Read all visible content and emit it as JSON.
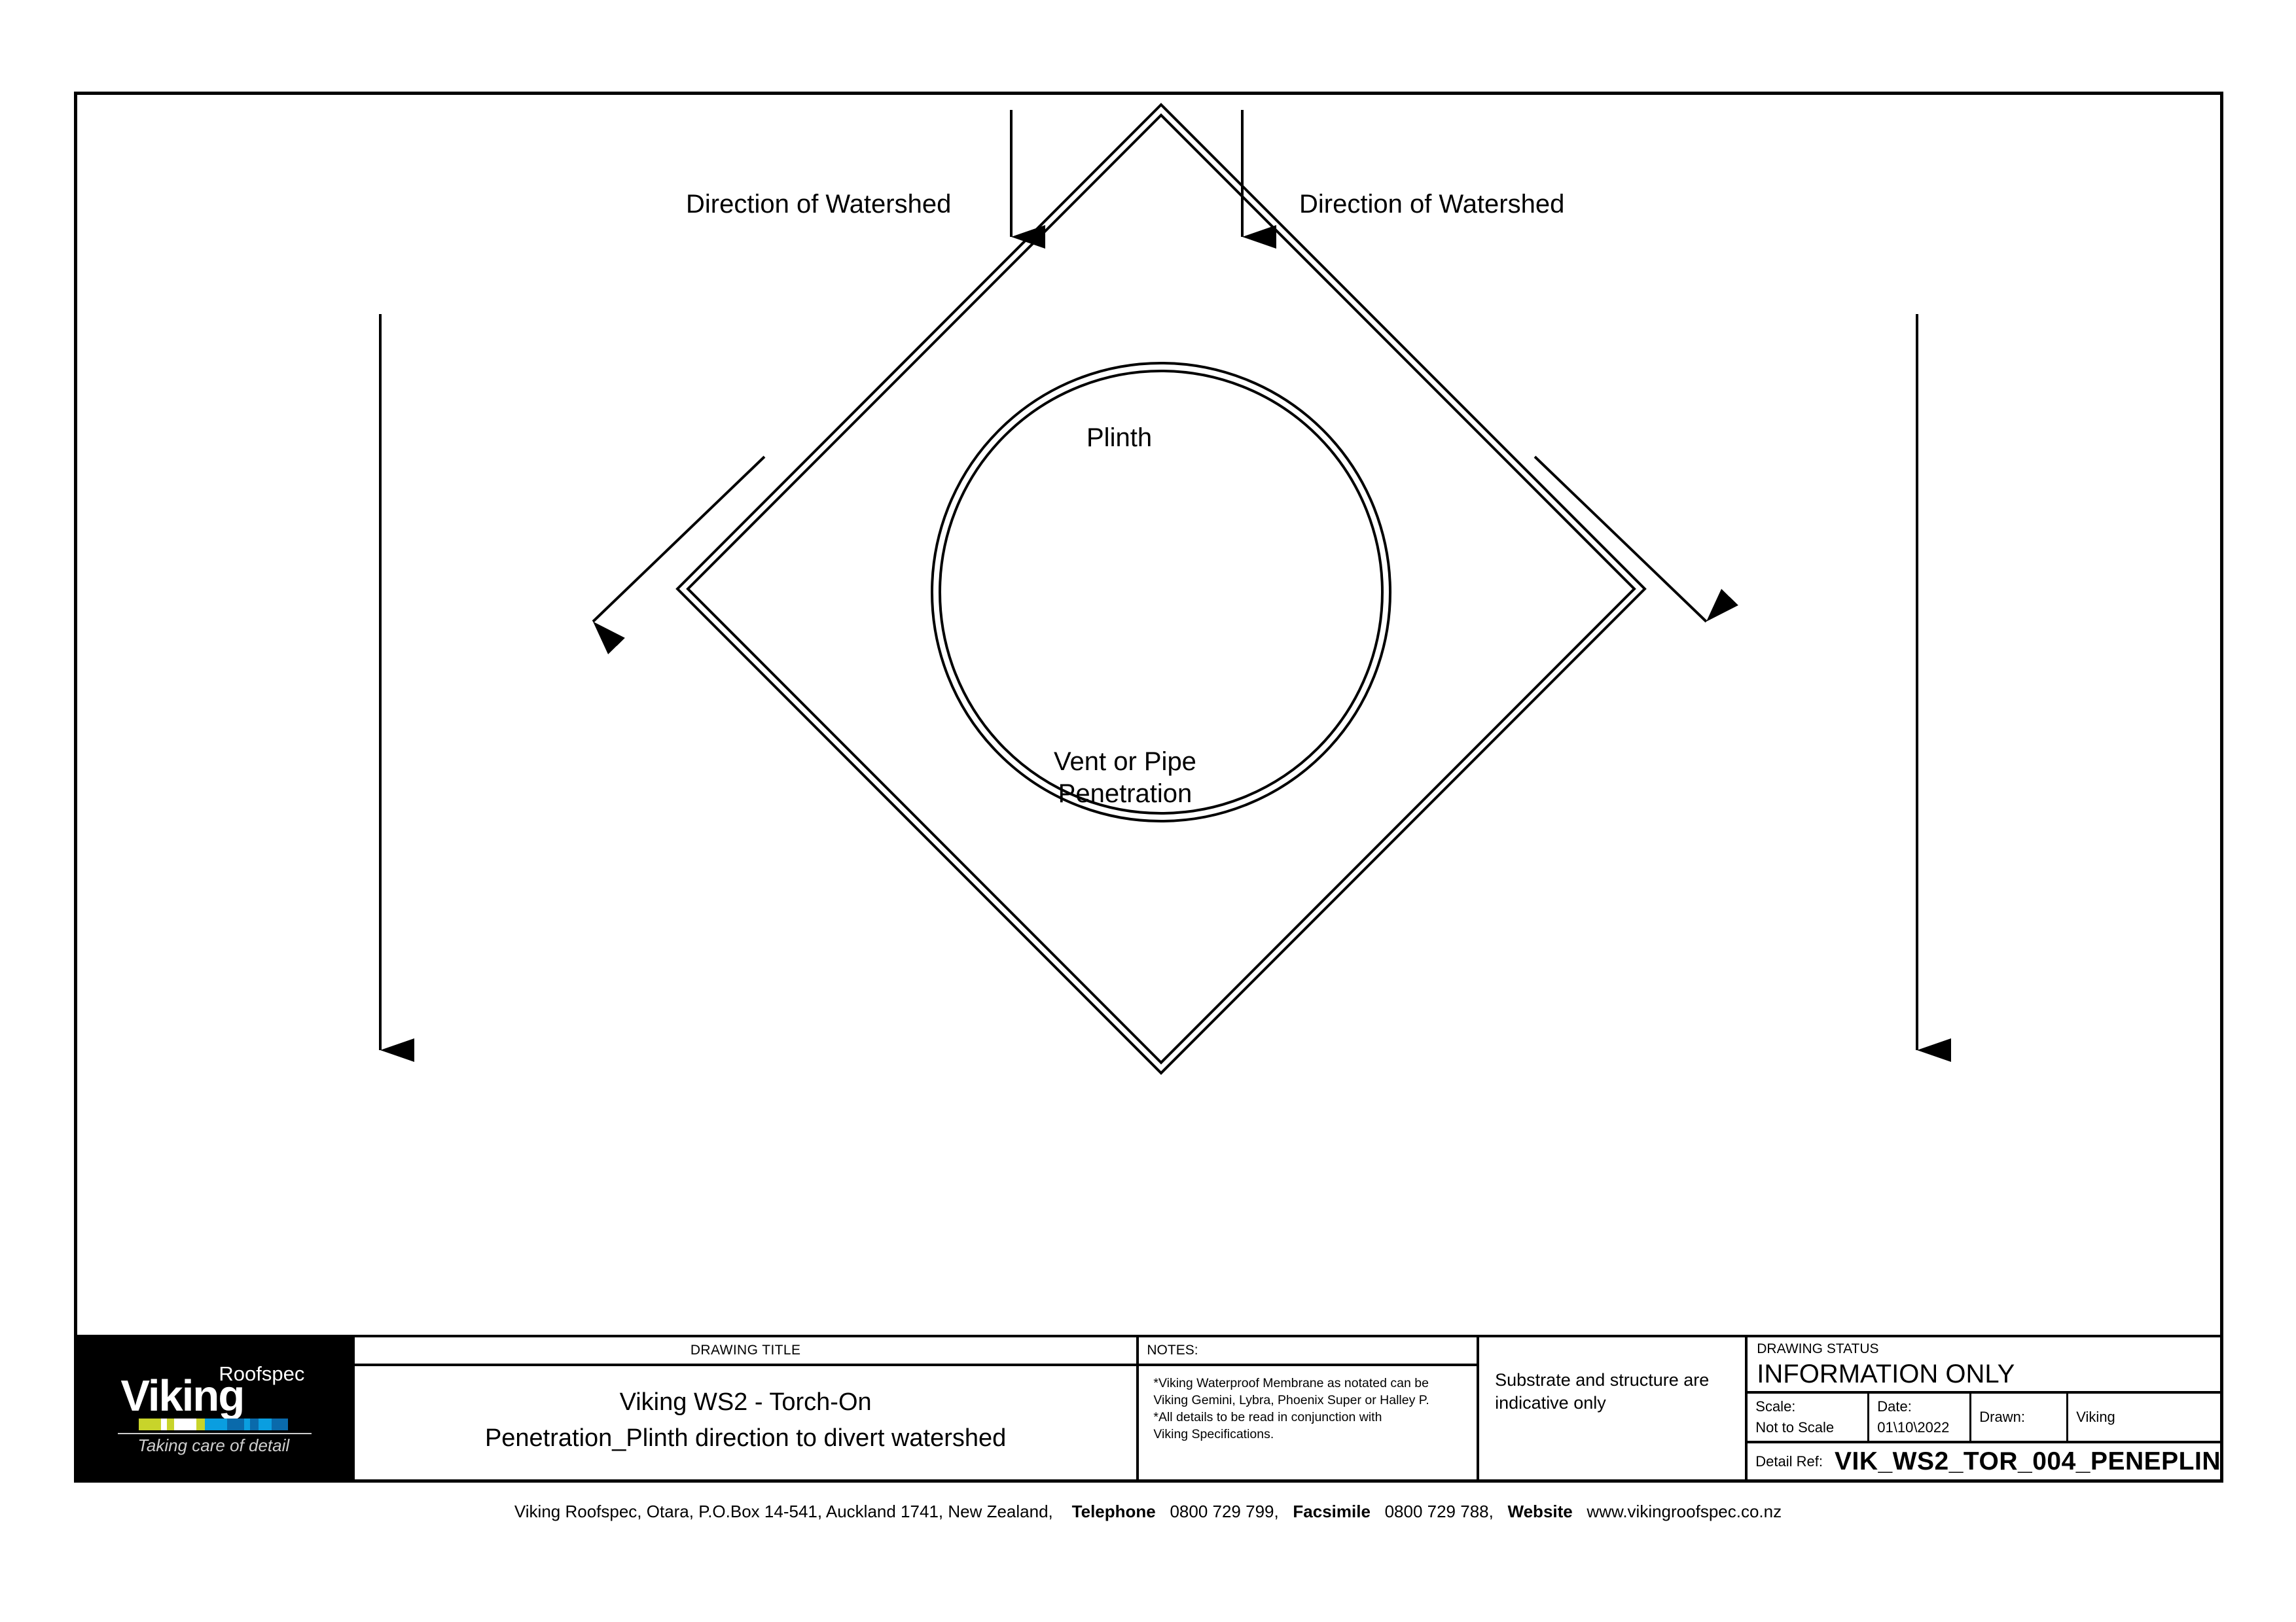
{
  "drawing": {
    "labels": {
      "watershed_left": "Direction of Watershed",
      "watershed_right": "Direction of Watershed",
      "plinth": "Plinth",
      "vent_line1": "Vent or Pipe",
      "vent_line2": "Penetration"
    }
  },
  "logo": {
    "brand": "Viking",
    "sub": "Roofspec",
    "tagline": "Taking care of detail",
    "bar_colors": [
      "#c8d42a",
      "#ffffff",
      "#c8d42a",
      "#ffffff",
      "#c8d42a",
      "#0a9ee0",
      "#0a6aab",
      "#0a9ee0",
      "#0a6aab",
      "#0a9ee0",
      "#0a6aab"
    ]
  },
  "title_block": {
    "title_header": "DRAWING TITLE",
    "title_line1": "Viking WS2 - Torch-On",
    "title_line2": "Penetration_Plinth direction to divert watershed",
    "notes_header": "NOTES:",
    "notes_lines": [
      "*Viking Waterproof Membrane as notated can be",
      "Viking Gemini, Lybra, Phoenix Super or Halley P.",
      "*All details to be read in conjunction with",
      "Viking Specifications."
    ],
    "substrate_line1": "Substrate and structure are",
    "substrate_line2": "indicative only",
    "status_caption": "DRAWING STATUS",
    "status_value": "INFORMATION ONLY",
    "scale_label": "Scale:",
    "scale_value": "Not to Scale",
    "date_label": "Date:",
    "date_value": "01\\10\\2022",
    "drawn_label": "Drawn:",
    "drawn_value": "Viking",
    "detail_ref_label": "Detail Ref:",
    "detail_ref_value": "VIK_WS2_TOR_004_PENEPLIN"
  },
  "footer": {
    "address": "Viking Roofspec, Otara, P.O.Box 14-541, Auckland 1741, New Zealand,",
    "telephone_label": "Telephone",
    "telephone_value": "0800 729 799,",
    "facsimile_label": "Facsimile",
    "facsimile_value": "0800 729 788,",
    "website_label": "Website",
    "website_value": "www.vikingroofspec.co.nz"
  }
}
